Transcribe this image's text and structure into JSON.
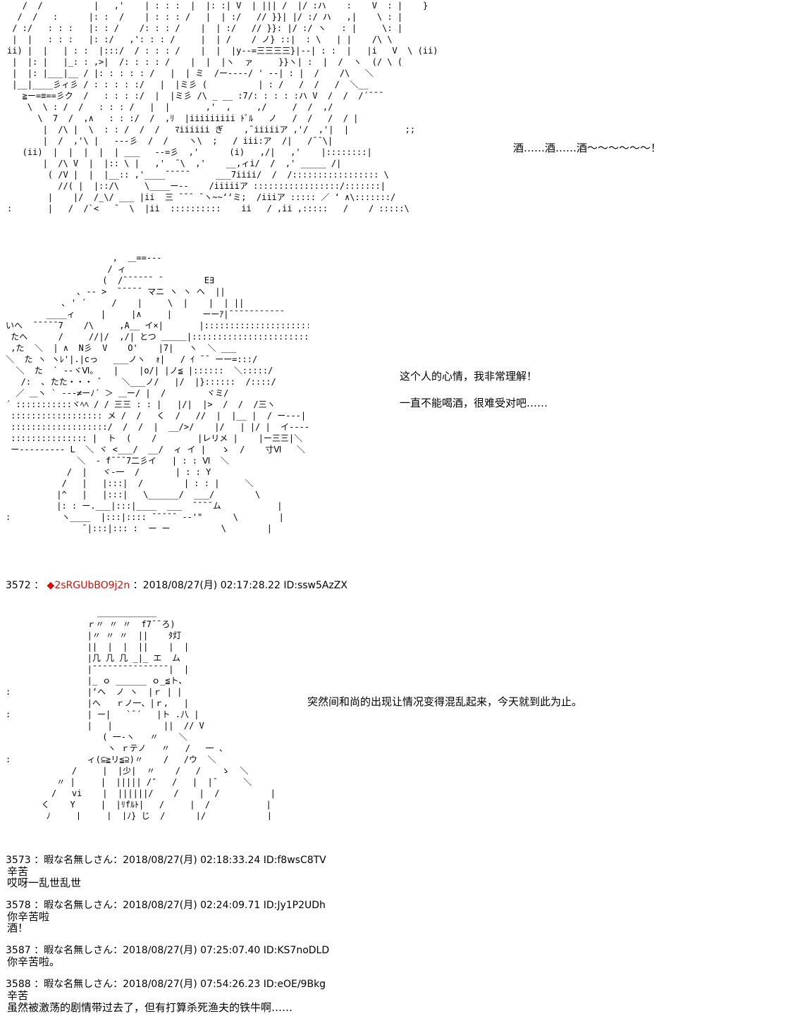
{
  "dialogue": {
    "line1": "酒……酒……酒～～～～～～！",
    "line2": "这个人的心情，我非常理解！",
    "line3": "一直不能喝酒，很难受对吧……",
    "line4": "突然间和尚的出现让情况变得混乱起来，今天就到此为止。"
  },
  "main_post": {
    "number": "3572",
    "sep": "：",
    "trip_marker": "◆",
    "trip": "2sRGUbBO9j2n",
    "rest": "：2018/08/27(月) 02:17:28.22 ID:ssw5AzZX"
  },
  "replies": [
    {
      "header": "3573 ：暇な名無しさん：2018/08/27(月) 02:18:33.24 ID:f8wsC8TV",
      "lines": [
        "辛苦",
        "哎呀一乱世乱世"
      ]
    },
    {
      "header": "3578 ：暇な名無しさん：2018/08/27(月) 02:24:09.71 ID:Jy1P2UDh",
      "lines": [
        "你辛苦啦",
        "酒！"
      ]
    },
    {
      "header": "3587 ：暇な名無しさん：2018/08/27(月) 07:25:07.40 ID:KS7noDLD",
      "lines": [
        "你辛苦啦。"
      ]
    },
    {
      "header": "3588 ：暇な名無しさん：2018/08/27(月) 07:54:26.23 ID:eOE/9Bkg",
      "lines": [
        "辛苦",
        "虽然被激荡的剧情带过去了，但有打算杀死渔夫的铁牛啊……"
      ]
    }
  ]
}
